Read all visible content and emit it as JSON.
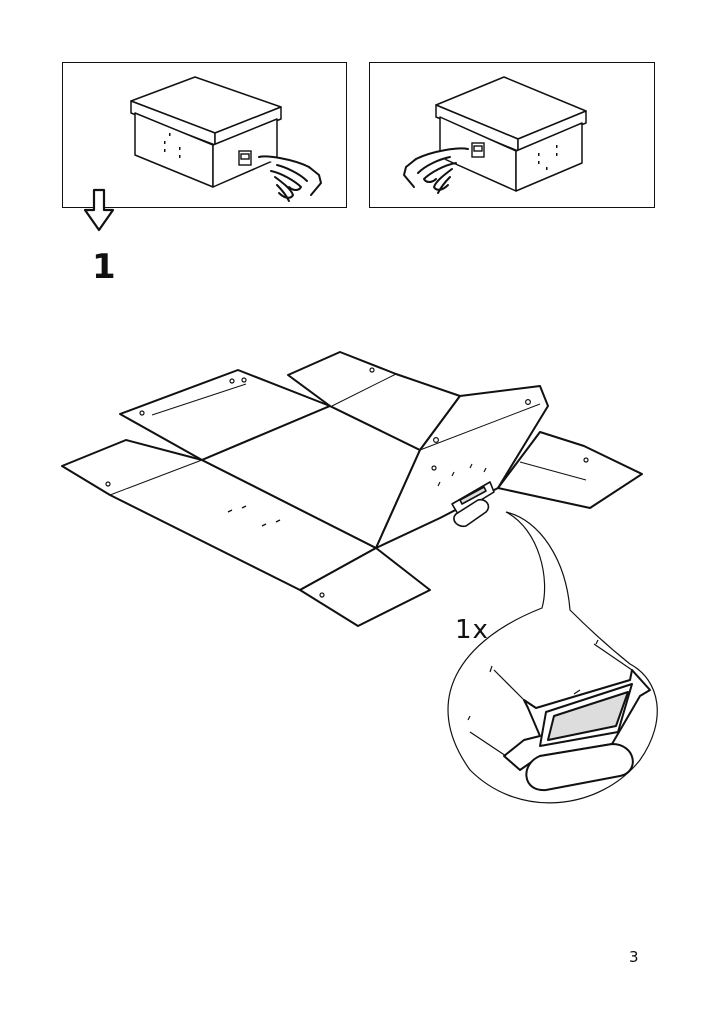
{
  "step": {
    "number": "1"
  },
  "detail": {
    "quantity_label": "1x"
  },
  "footer": {
    "page_number": "3"
  },
  "icons": {
    "step_arrow": "hollow-down-arrow-icon",
    "hand": "pointing-hand-icon",
    "clip": "metal-label-holder-icon"
  },
  "colors": {
    "ink": "#111111",
    "paper": "#ffffff",
    "shadow": "#dddddd"
  }
}
